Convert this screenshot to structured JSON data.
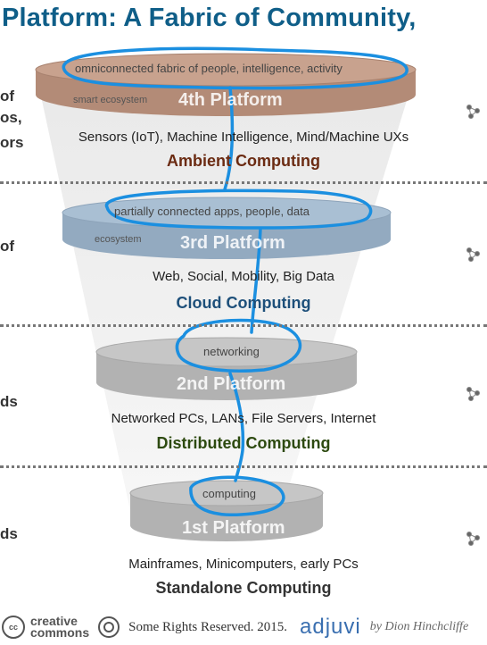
{
  "title": "Platform: A Fabric of Community,",
  "left_fragments": [
    "of",
    "os,",
    "ors",
    "of",
    "ds",
    "ds"
  ],
  "tiers": [
    {
      "disk_text": "omniconnected fabric of people, intelligence, activity",
      "sub_label": "smart ecosystem",
      "platform": "4th Platform",
      "description": "Sensors (IoT), Machine Intelligence, Mind/Machine UXs",
      "label": "Ambient Computing",
      "color": "#c8a28e"
    },
    {
      "disk_text": "partially connected apps, people, data",
      "sub_label": "ecosystem",
      "platform": "3rd Platform",
      "description": "Web, Social, Mobility, Big Data",
      "label": "Cloud Computing",
      "color": "#a9bfd3"
    },
    {
      "disk_text": "networking",
      "sub_label": "",
      "platform": "2nd Platform",
      "description": "Networked PCs, LANs, File Servers, Internet",
      "label": "Distributed Computing",
      "color": "#c2c2c2"
    },
    {
      "disk_text": "computing",
      "sub_label": "",
      "platform": "1st Platform",
      "description": "Mainframes, Minicomputers, early PCs",
      "label": "Standalone Computing",
      "color": "#c2c2c2"
    }
  ],
  "label_colors": [
    "#6b2b12",
    "#1d4f7a",
    "#2d4a10",
    "#333333"
  ],
  "footer": {
    "cc_mark": "cc",
    "cc_word_1": "creative",
    "cc_word_2": "commons",
    "rights": "Some Rights Reserved. 2015.",
    "brand": "adjuvi",
    "author": "by Dion Hinchcliffe"
  },
  "colors": {
    "title": "#0f5e88",
    "annotation": "#1b8fe0"
  }
}
